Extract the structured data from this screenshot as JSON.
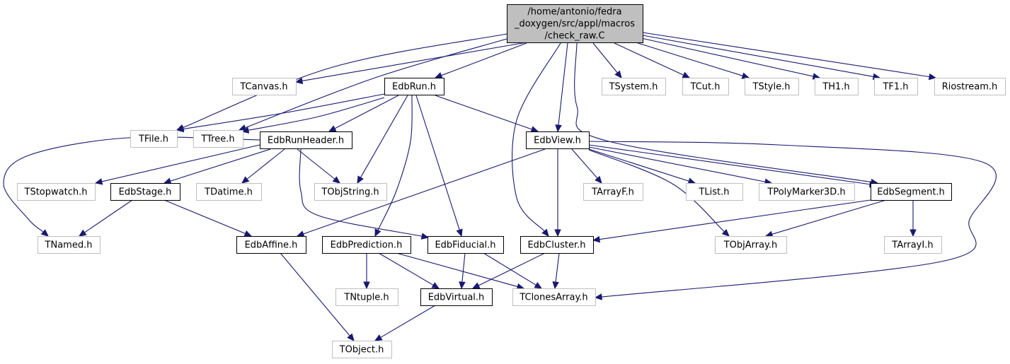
{
  "colors": {
    "edge": "#191970",
    "root_fill": "#bfbfbf",
    "doc_border": "#000000",
    "ext_border": "#bfbfbf"
  },
  "nodes": {
    "root": [
      "/home/antonio/fedra",
      "_doxygen/src/appl/macros",
      "/check_raw.C"
    ],
    "edbrun": "EdbRun.h",
    "edbrunheader": "EdbRunHeader.h",
    "edbview": "EdbView.h",
    "edbstage": "EdbStage.h",
    "edbsegment": "EdbSegment.h",
    "edbaffine": "EdbAffine.h",
    "edbprediction": "EdbPrediction.h",
    "edbfiducial": "EdbFiducial.h",
    "edbcluster": "EdbCluster.h",
    "edbvirtual": "EdbVirtual.h",
    "tcanvas": "TCanvas.h",
    "tsystem": "TSystem.h",
    "tcut": "TCut.h",
    "tstyle": "TStyle.h",
    "th1": "TH1.h",
    "tf1": "TF1.h",
    "riostream": "Riostream.h",
    "tfile": "TFile.h",
    "ttree": "TTree.h",
    "tstopwatch": "TStopwatch.h",
    "tdatime": "TDatime.h",
    "tobjstring": "TObjString.h",
    "tarrayf": "TArrayF.h",
    "tlist": "TList.h",
    "tpolymarker3d": "TPolyMarker3D.h",
    "tnamed": "TNamed.h",
    "tobjarray": "TObjArray.h",
    "tarrayi": "TArrayI.h",
    "tntuple": "TNtuple.h",
    "tclonesarray": "TClonesArray.h",
    "tobject": "TObject.h"
  }
}
